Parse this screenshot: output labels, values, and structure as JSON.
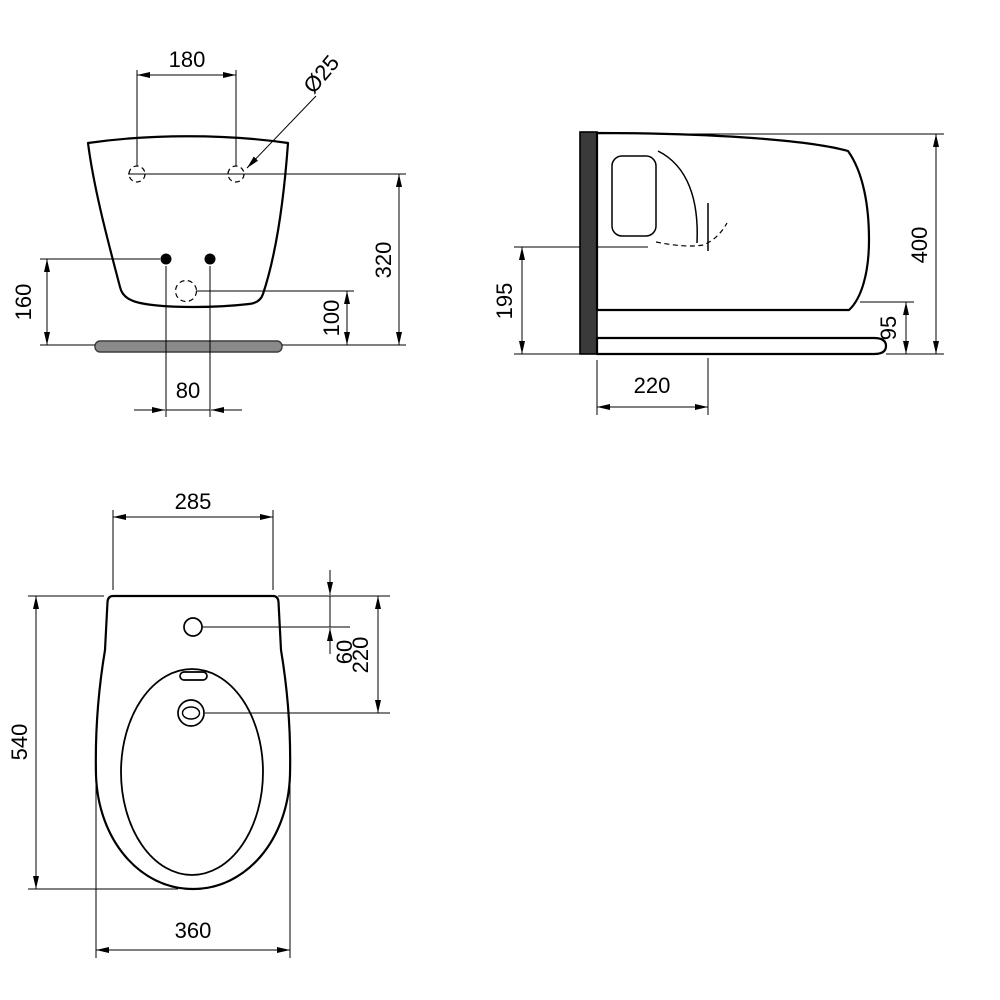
{
  "drawing": {
    "front": {
      "hole_spacing": "180",
      "hole_diameter": "Ø25",
      "holes_height": "320",
      "taps_height": "160",
      "drain_height": "100",
      "tap_spacing": "80"
    },
    "side": {
      "inner_height": "195",
      "total_height": "400",
      "base_height": "95",
      "depth": "220"
    },
    "top": {
      "back_width": "285",
      "tap_offset": "60",
      "drain_offset": "220",
      "length": "540",
      "max_width": "360"
    },
    "colors": {
      "line": "#000000",
      "background": "#ffffff",
      "base_fill": "#8a8a8a",
      "wall_fill": "#3a3a3a"
    }
  }
}
